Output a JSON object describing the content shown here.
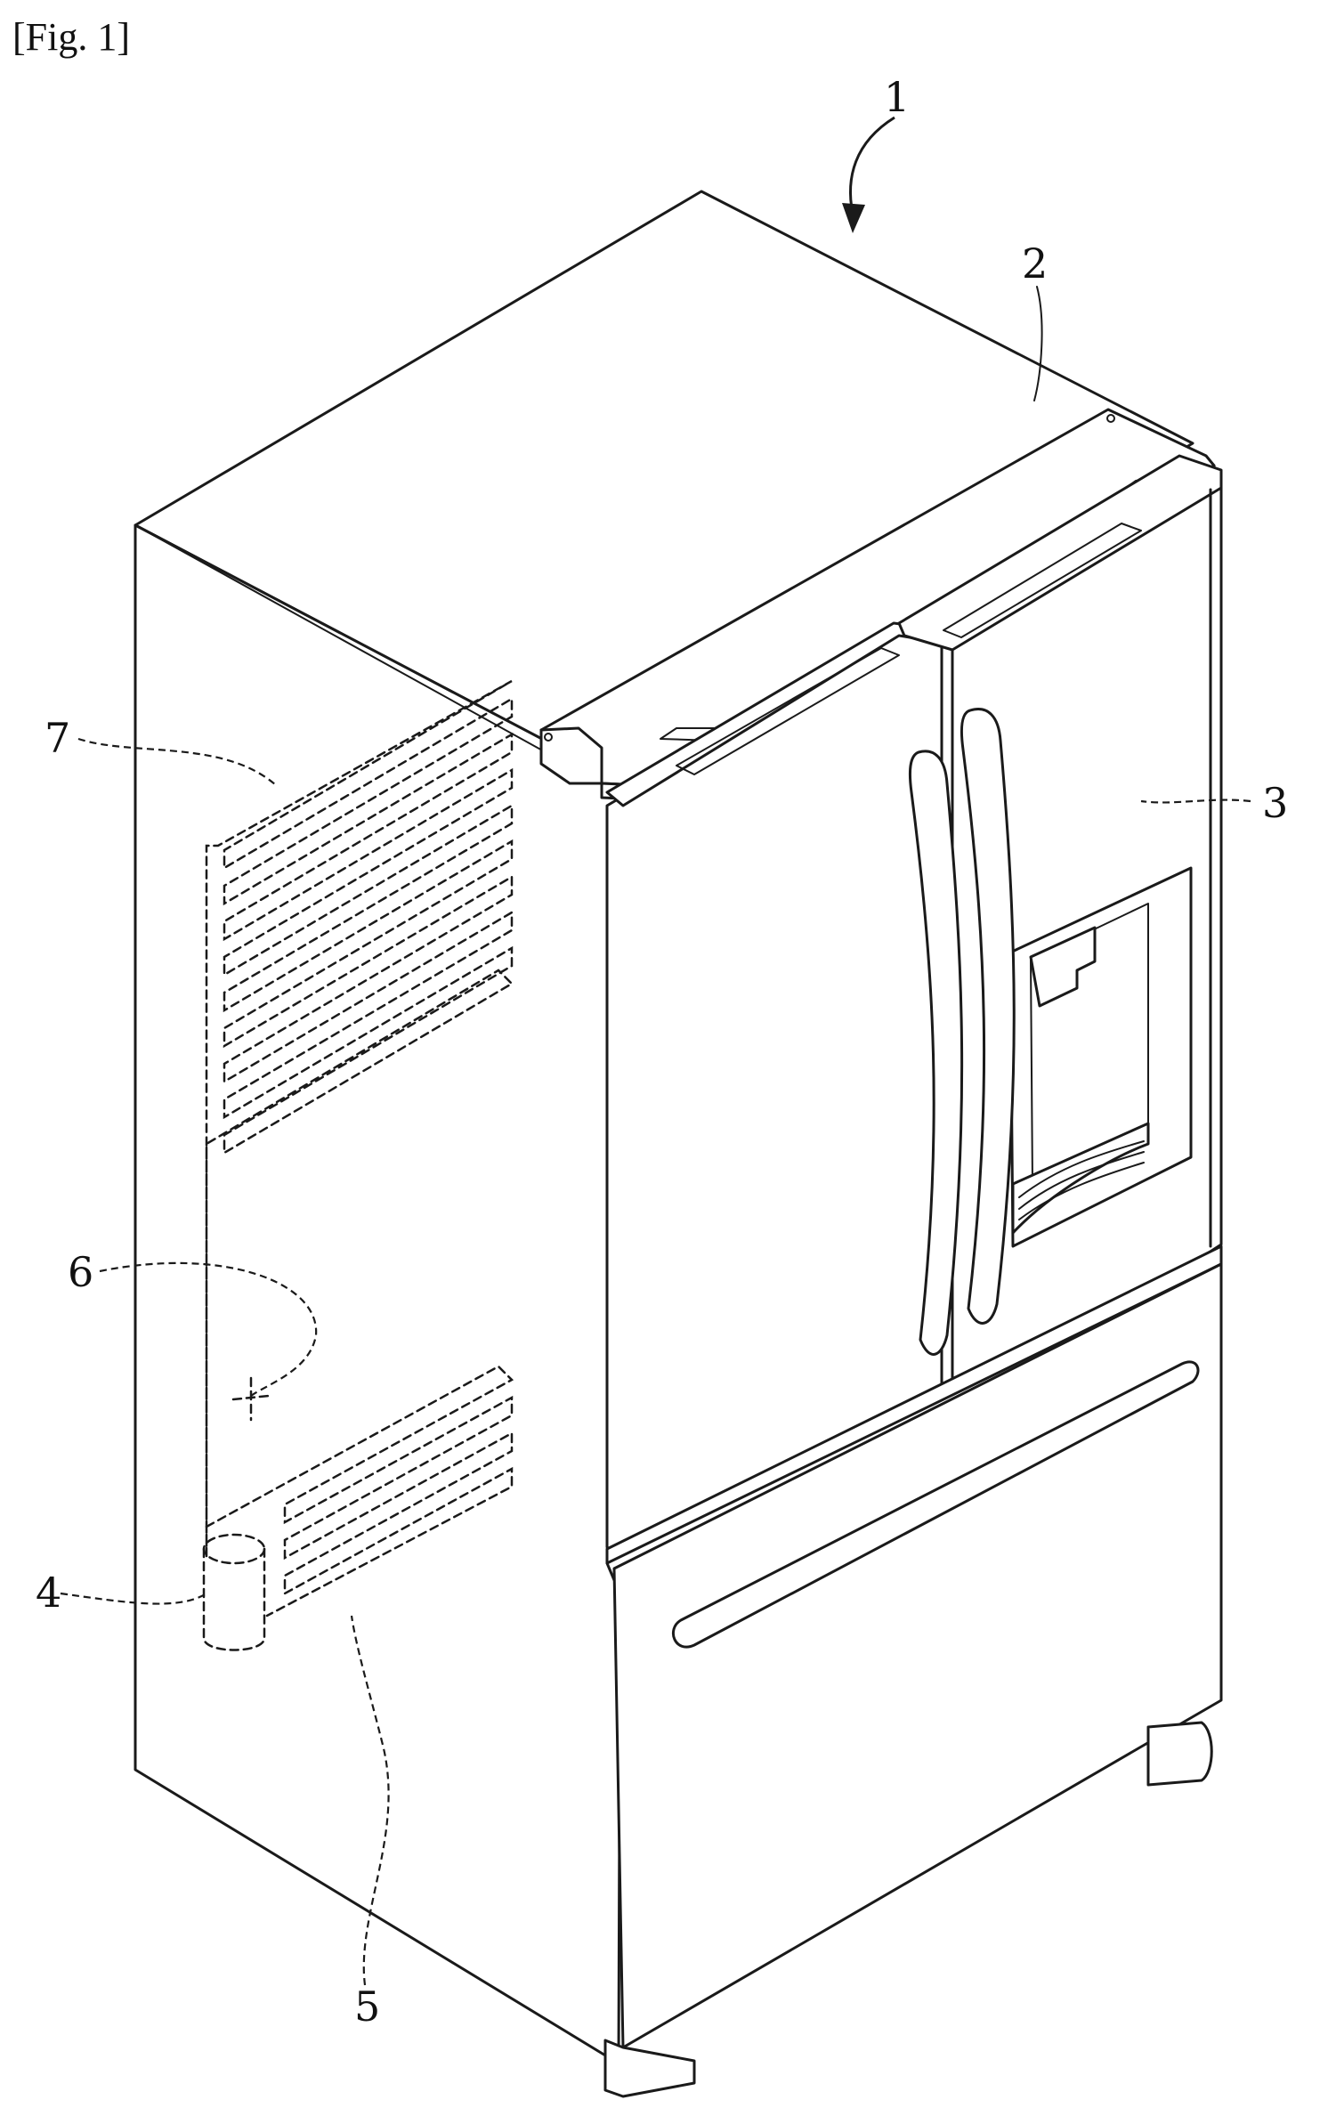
{
  "figure_label": "[Fig. 1]",
  "reference_numerals": {
    "refrigerator": "1",
    "cabinet_top": "2",
    "door": "3",
    "compressor": "4",
    "condenser": "5",
    "capillary": "6",
    "evaporator": "7"
  }
}
